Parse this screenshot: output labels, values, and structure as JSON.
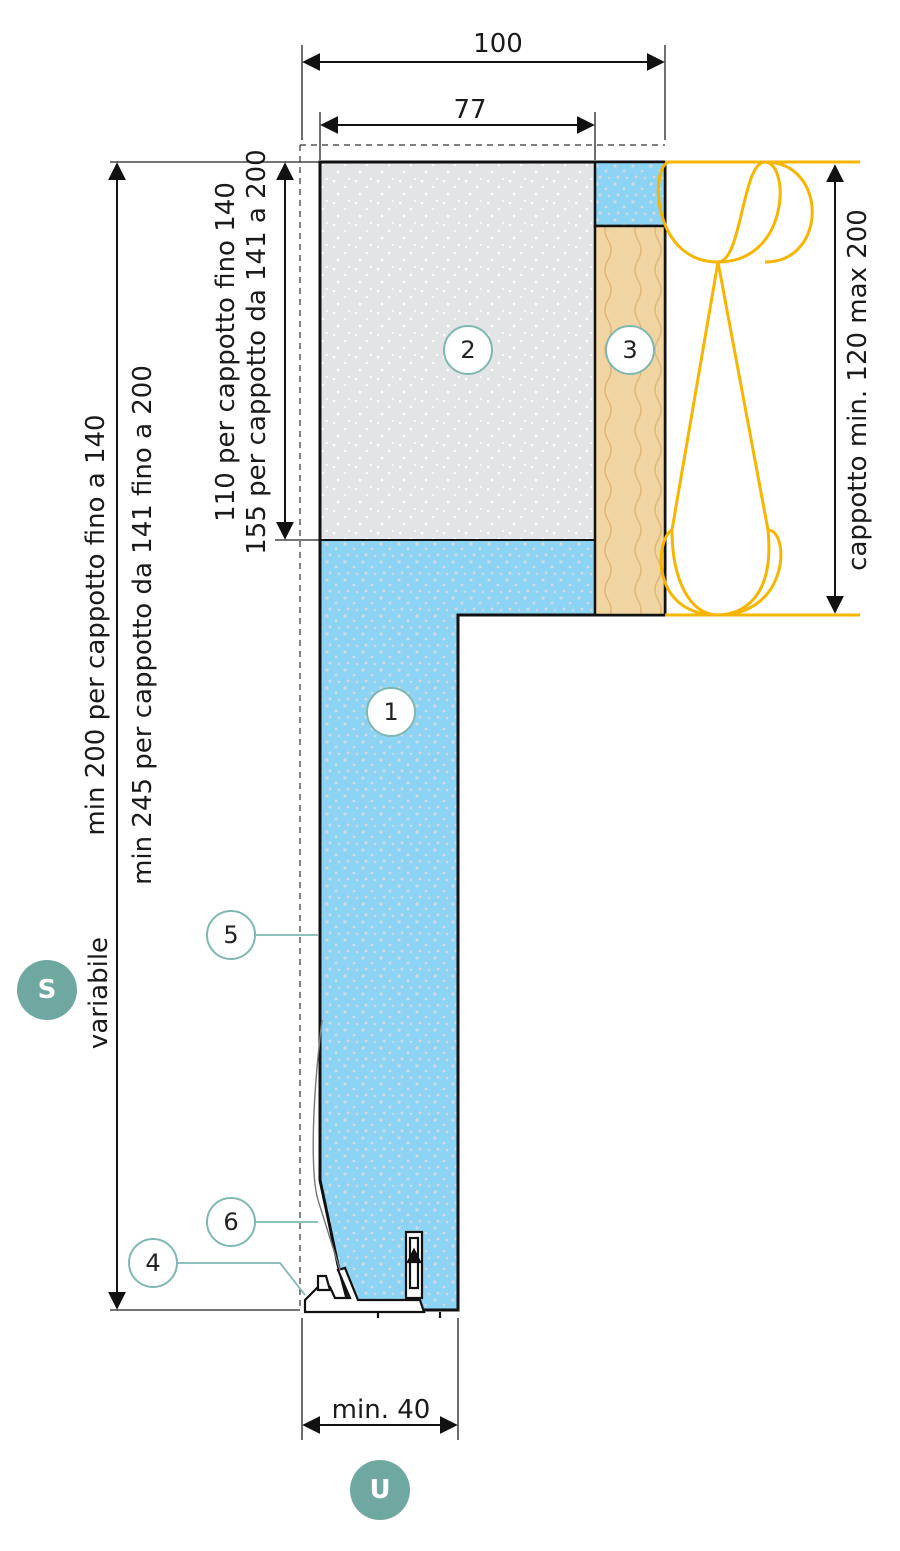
{
  "dimensions": {
    "width_total": "100",
    "width_inner": "77",
    "height_top_line1": "110 per cappotto fino 140",
    "height_top_line2": "155 per cappotto da 141 a 200",
    "height_total_line1": "min 200 per cappotto fino a 140",
    "height_total_line2": "min 245 per cappotto da 141 fino a 200",
    "variable": "variabile",
    "cappotto": "cappotto min. 120 max 200",
    "bottom_min": "min. 40"
  },
  "callouts": [
    "1",
    "2",
    "3",
    "4",
    "5",
    "6"
  ],
  "badges": {
    "side": "S",
    "bottom": "U"
  },
  "colors": {
    "blue_fill": "#8dd3f3",
    "grey_fill": "#e3e4e6",
    "wood_fill": "#f0d5a3",
    "insulation": "#f6b500",
    "badge": "#6fa8a1",
    "callout_line": "#7fb8b2"
  }
}
